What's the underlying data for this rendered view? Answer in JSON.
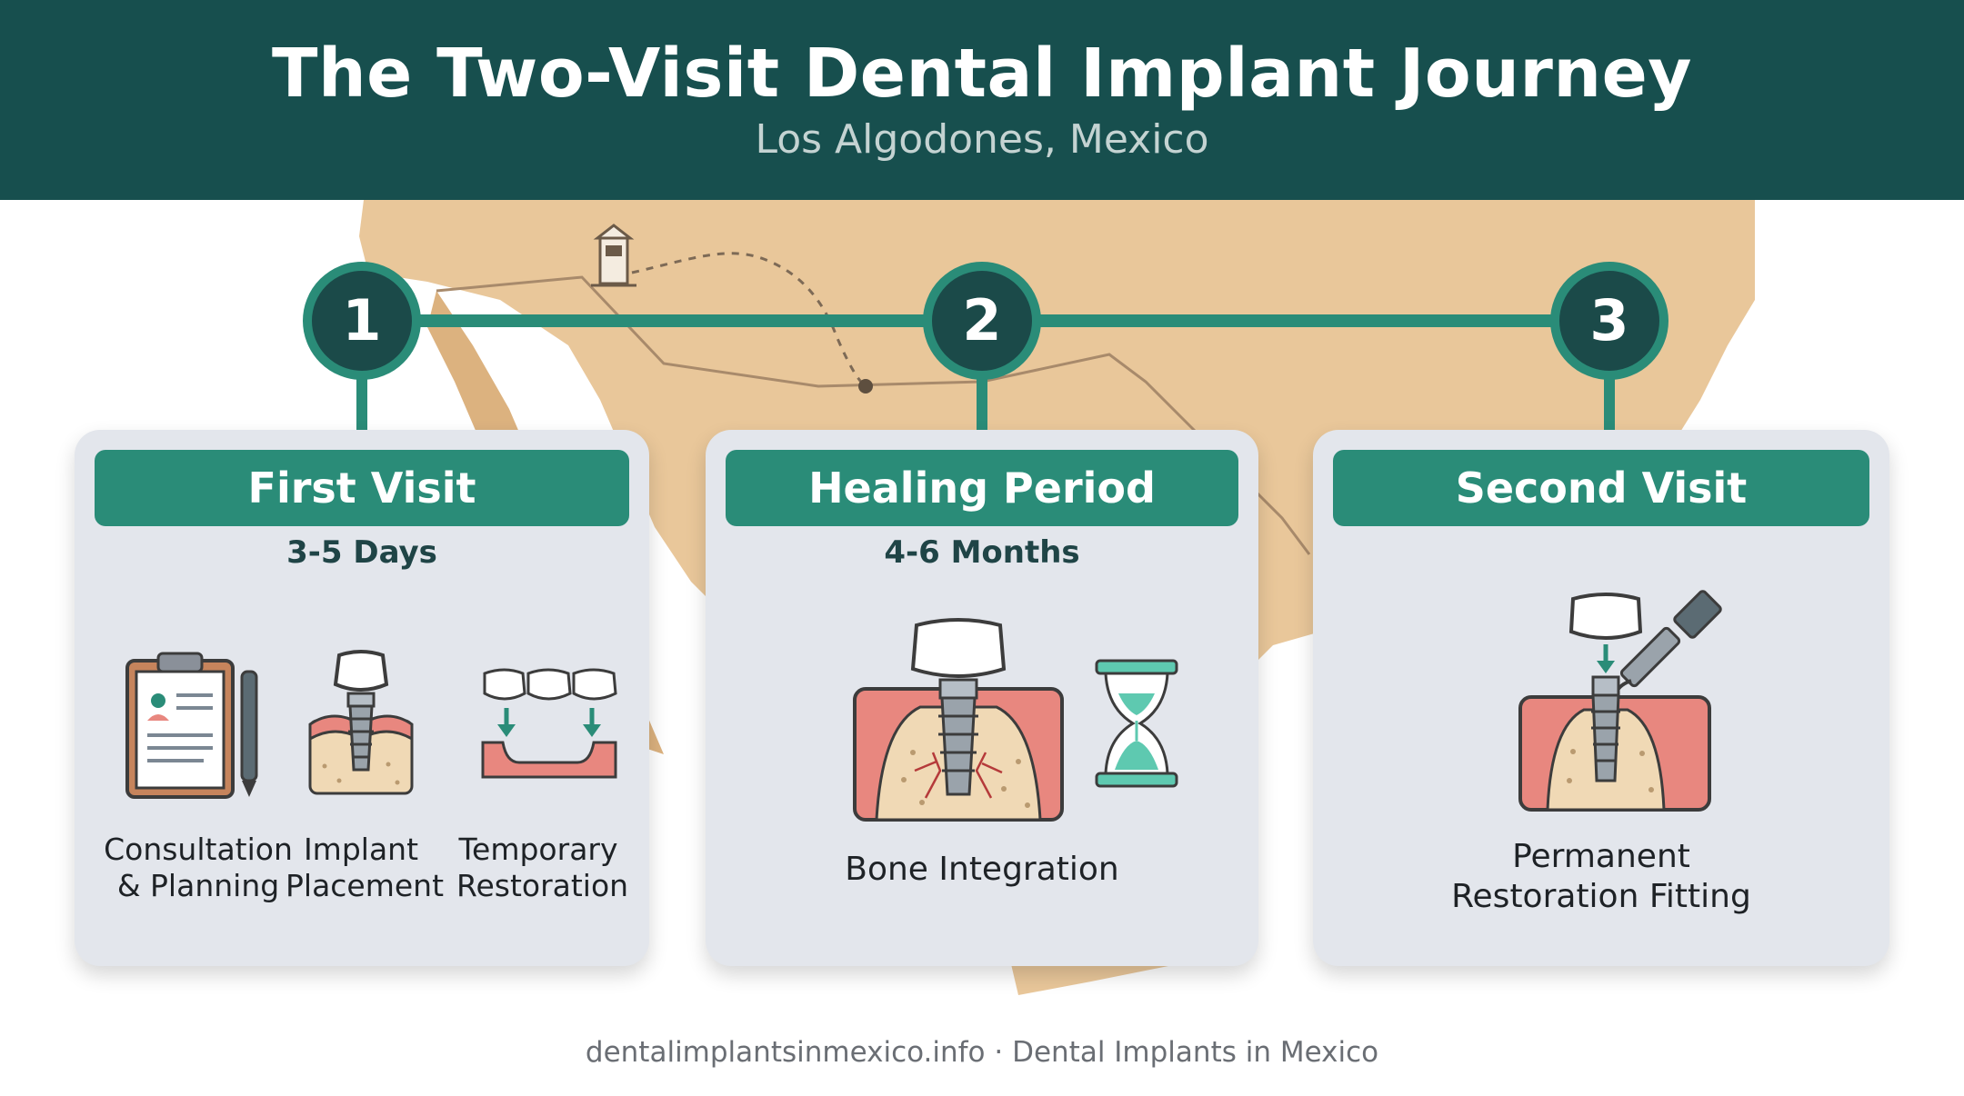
{
  "header": {
    "title": "The Two-Visit Dental Implant Journey",
    "subtitle": "Los Algodones, Mexico"
  },
  "steps": [
    {
      "number": "1",
      "title": "First Visit",
      "duration": "3-5 Days",
      "items": [
        {
          "line1": "Consultation",
          "line2": "& Planning",
          "icon": "clipboard-icon"
        },
        {
          "line1": "Implant",
          "line2": "Placement",
          "icon": "implant-icon"
        },
        {
          "line1": "Temporary",
          "line2": "Restoration",
          "icon": "temporary-bridge-icon"
        }
      ]
    },
    {
      "number": "2",
      "title": "Healing Period",
      "duration": "4-6 Months",
      "items": [
        {
          "line1": "Bone Integration",
          "icon": "bone-integration-icon"
        }
      ]
    },
    {
      "number": "3",
      "title": "Second Visit",
      "duration": "",
      "items": [
        {
          "line1": "Permanent",
          "line2": "Restoration Fitting",
          "icon": "crown-fitting-icon"
        }
      ]
    }
  ],
  "footer": "dentalimplantsinmexico.info · Dental Implants in Mexico",
  "colors": {
    "header_bg": "#174f4e",
    "accent": "#2a8c78",
    "step_circle": "#1b4a49",
    "map_land": "#e9c79a",
    "card_bg": "#e3e6ec"
  }
}
